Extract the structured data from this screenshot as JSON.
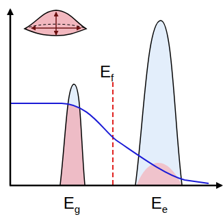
{
  "diagram": {
    "labels": [
      "Ef",
      "Eg",
      "Ee"
    ]
  }
}
